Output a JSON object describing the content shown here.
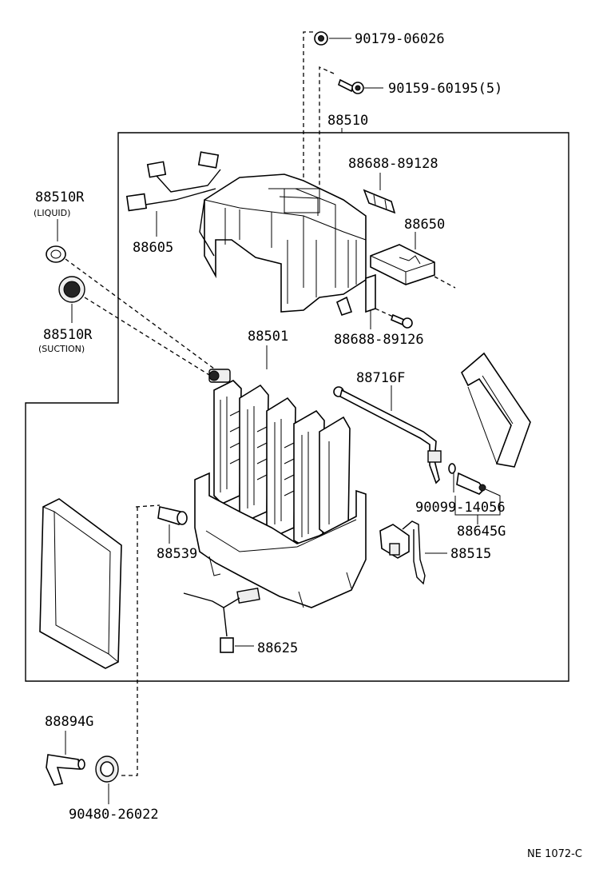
{
  "labels": {
    "p90179": "90179-06026",
    "p90159": "90159-60195(5)",
    "p88510": "88510",
    "p88688_89128": "88688-89128",
    "p88510R_liquid": "88510R",
    "liquid_note": "(LIQUID)",
    "p88605": "88605",
    "p88650": "88650",
    "p88510R_suction": "88510R",
    "suction_note": "(SUCTION)",
    "p88688_89126": "88688-89126",
    "p88501": "88501",
    "p88716F": "88716F",
    "p90099": "90099-14056",
    "p88645G": "88645G",
    "p88539": "88539",
    "p88515": "88515",
    "p88625": "88625",
    "p88894G": "88894G",
    "p90480": "90480-26022",
    "diagram_code": "NE  1072-C"
  }
}
